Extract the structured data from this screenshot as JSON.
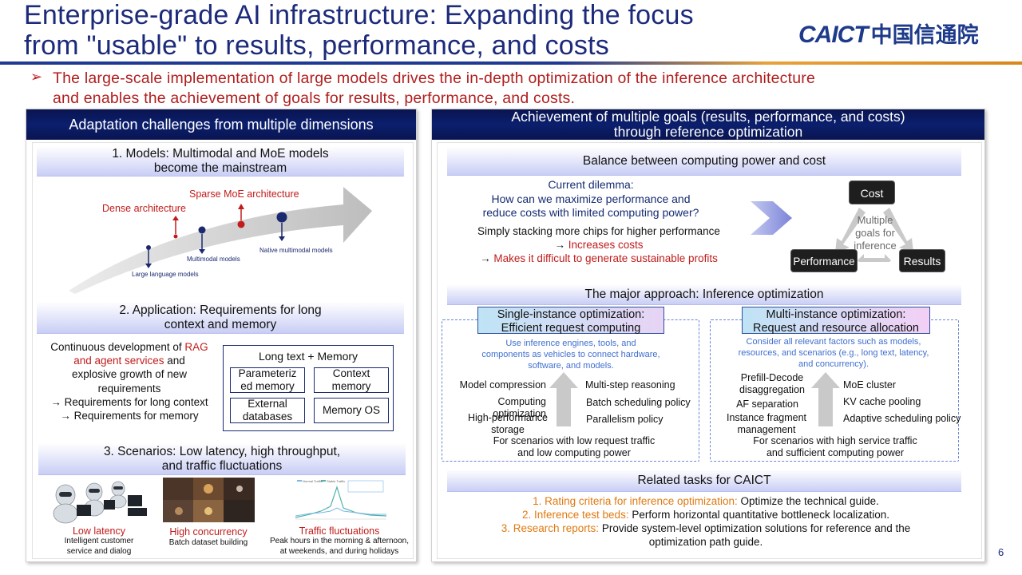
{
  "header": {
    "title_line1": "Enterprise-grade AI infrastructure: Expanding the focus",
    "title_line2": "from \"usable\" to results, performance, and costs",
    "logo_en": "CAICT",
    "logo_cn": "中国信通院"
  },
  "intro": {
    "line1": "The large-scale implementation of large models drives the in-depth optimization of the inference architecture",
    "line2": "and enables the achievement of goals for results, performance, and costs."
  },
  "left": {
    "header": "Adaptation challenges from multiple dimensions",
    "models": {
      "title_l1": "1. Models: Multimodal and MoE models",
      "title_l2": "become the mainstream",
      "sparse": "Sparse MoE architecture",
      "dense": "Dense architecture",
      "native": "Native multimodal models",
      "multimodal": "Multimodal models",
      "llm": "Large language models"
    },
    "application": {
      "title_l1": "2. Application: Requirements for long",
      "title_l2": "context and memory",
      "p1": "Continuous development of ",
      "p1_red": "RAG",
      "p2_red": "and agent services",
      "p2": " and",
      "p3": "explosive growth of new",
      "p4": "requirements",
      "p5": "→ Requirements for long context",
      "p6": "→ Requirements for memory",
      "box_title": "Long text + Memory",
      "mem1_l1": "Parameteriz",
      "mem1_l2": "ed memory",
      "mem2_l1": "Context",
      "mem2_l2": "memory",
      "mem3_l1": "External",
      "mem3_l2": "databases",
      "mem4": "Memory OS"
    },
    "scenarios": {
      "title_l1": "3. Scenarios: Low latency, high throughput,",
      "title_l2": "and traffic fluctuations",
      "s1_title": "Low latency",
      "s1_l1": "Intelligent customer",
      "s1_l2": "service and dialog",
      "s2_title": "High concurrency",
      "s2_l1": "Batch dataset building",
      "s3_title": "Traffic fluctuations",
      "s3_l1": "Peak hours in the morning & afternoon,",
      "s3_l2": "at weekends, and during holidays",
      "chart_legend1": "Normal Traffic",
      "chart_legend2": "Stable Traffic"
    }
  },
  "right": {
    "header_l1": "Achievement of multiple goals (results, performance, and costs)",
    "header_l2": "through reference optimization",
    "balance": {
      "title": "Balance between computing power and cost",
      "dilemma_l1": "Current dilemma:",
      "dilemma_l2": "How can we maximize performance and",
      "dilemma_l3": "reduce costs with limited computing power?",
      "stack": "Simply stacking more chips for higher performance",
      "increase_prefix": "→ ",
      "increase": "Increases costs",
      "difficult_prefix": "→ ",
      "difficult": "Makes it difficult to generate sustainable profits",
      "node_cost": "Cost",
      "node_perf": "Performance",
      "node_results": "Results",
      "center_l1": "Multiple",
      "center_l2": "goals for",
      "center_l3": "inference"
    },
    "approach": {
      "title": "The major approach: Inference optimization",
      "single_l1": "Single-instance optimization:",
      "single_l2": "Efficient request computing",
      "single_desc_l1": "Use inference engines, tools, and",
      "single_desc_l2": "components as vehicles to connect hardware,",
      "single_desc_l3": "software, and models.",
      "s_left1": "Model compression",
      "s_left2": "Computing optimization",
      "s_left3_l1": "High-performance",
      "s_left3_l2": "storage",
      "s_right1": "Multi-step reasoning",
      "s_right2": "Batch scheduling policy",
      "s_right3": "Parallelism policy",
      "single_foot_l1": "For scenarios with low request traffic",
      "single_foot_l2": "and low computing power",
      "multi_l1": "Multi-instance optimization:",
      "multi_l2": "Request and resource allocation",
      "multi_desc_l1": "Consider all relevant factors such as models,",
      "multi_desc_l2": "resources, and scenarios (e.g., long text, latency,",
      "multi_desc_l3": "and concurrency).",
      "m_left1_l1": "Prefill-Decode",
      "m_left1_l2": "disaggregation",
      "m_left2": "AF separation",
      "m_left3_l1": "Instance fragment",
      "m_left3_l2": "management",
      "m_right1": "MoE cluster",
      "m_right2": "KV cache pooling",
      "m_right3": "Adaptive scheduling policy",
      "multi_foot_l1": "For scenarios with high service traffic",
      "multi_foot_l2": "and sufficient computing power"
    },
    "tasks": {
      "title": "Related tasks for CAICT",
      "t1_label": "1. Rating criteria for inference optimization: ",
      "t1_text": "Optimize the technical guide.",
      "t2_label": "2. Inference test beds: ",
      "t2_text": "Perform horizontal quantitative bottleneck localization.",
      "t3_label": "3. Research reports: ",
      "t3_text": "Provide system-level optimization solutions for reference and the",
      "t3_text2": "optimization path guide."
    }
  },
  "footer": {
    "page_number": "6"
  },
  "colors": {
    "navy": "#0b1f6e",
    "red": "#c11c1c",
    "orange": "#e07a10",
    "blue": "#3f6fd0"
  }
}
